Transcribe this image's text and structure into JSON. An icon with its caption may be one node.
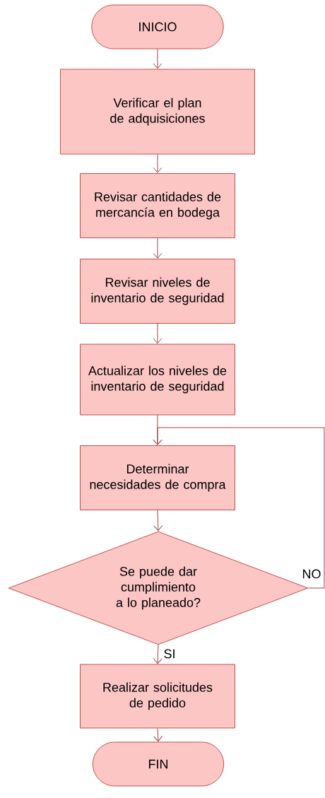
{
  "diagram": {
    "nodes": [
      {
        "text": [
          "INICIO"
        ]
      },
      {
        "text": [
          "Verificar el plan de adquisiciones"
        ]
      },
      {
        "text": [
          "Revisar cantidades de mercancía en bodega"
        ]
      },
      {
        "text": [
          "Revisar niveles de inventario de seguridad"
        ]
      },
      {
        "text": [
          "Actualizar los niveles de inventario de seguridad"
        ]
      },
      {
        "text": [
          "Determinar necesidades de compra"
        ]
      },
      {
        "text": [
          "Se puede dar cumplimiento a lo planeado?"
        ]
      },
      {
        "text": [
          "Realizar solicitudes de pedido"
        ]
      },
      {
        "text": [
          "FIN"
        ]
      }
    ],
    "edges": [
      {
        "from": 0,
        "to": 1,
        "arrow": "to"
      },
      {
        "from": 1,
        "to": 2,
        "arrow": "to"
      },
      {
        "from": 2,
        "to": 3,
        "arrow": "to"
      },
      {
        "from": 3,
        "to": 4,
        "arrow": "to"
      },
      {
        "from": 4,
        "to": 5,
        "arrow": "to"
      },
      {
        "from": 5,
        "to": 6,
        "arrow": "to"
      },
      {
        "from": 6,
        "to": 7,
        "label": "SI",
        "arrow": "to"
      },
      {
        "from": 6,
        "to": 5,
        "label": "NO",
        "arrow": "to"
      },
      {
        "from": 7,
        "to": 8,
        "arrow": "to"
      }
    ]
  }
}
